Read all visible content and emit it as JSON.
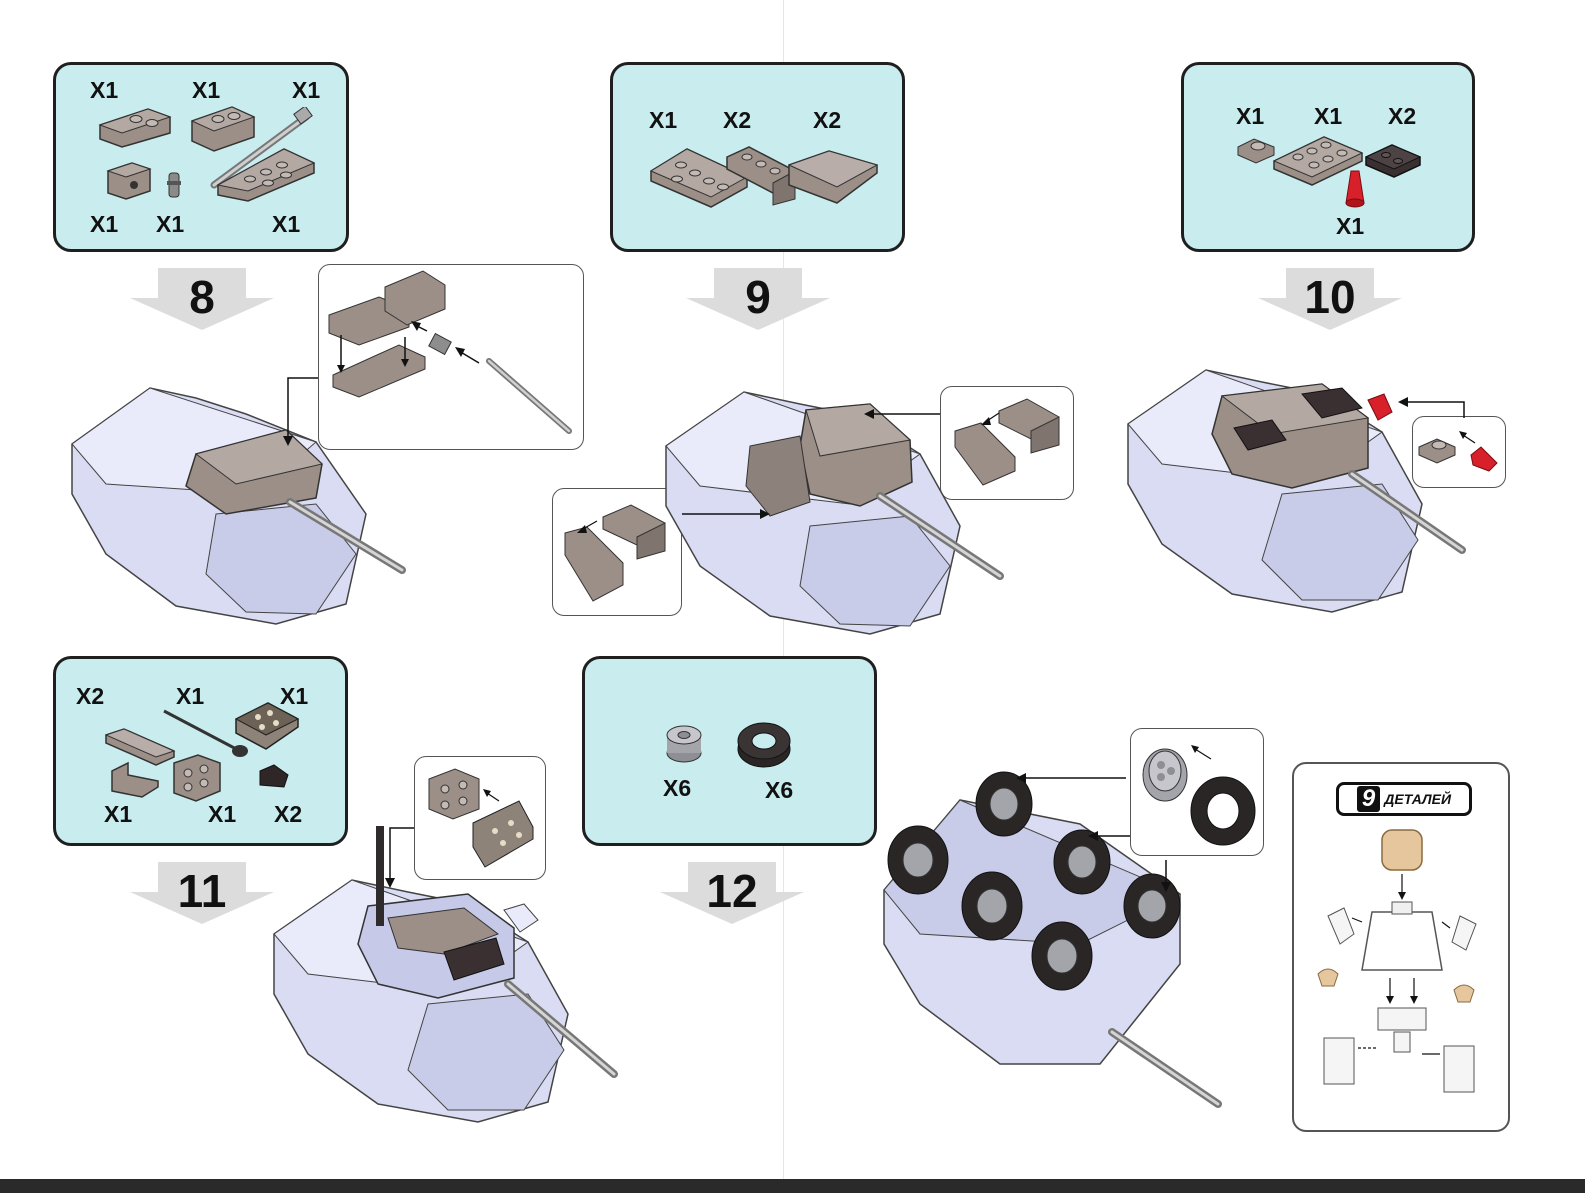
{
  "colors": {
    "parts_box_bg": "#c9ecee",
    "brick_grey": "#9c8f88",
    "brick_dark": "#3a3032",
    "brick_red": "#d8202a",
    "hull_light": "#d9dcf2",
    "tire_black": "#2b2626",
    "skin_tan": "#e6c79d"
  },
  "steps": [
    {
      "number": "8",
      "parts": [
        {
          "qty": "X1",
          "icon": "wedge-plate-icon"
        },
        {
          "qty": "X1",
          "icon": "wedge-brick-icon"
        },
        {
          "qty": "X1",
          "icon": "gun-barrel-rod-icon"
        },
        {
          "qty": "X1",
          "icon": "technic-brick-icon"
        },
        {
          "qty": "X1",
          "icon": "pin-icon"
        },
        {
          "qty": "X1",
          "icon": "wedge-plate-large-icon"
        }
      ]
    },
    {
      "number": "9",
      "parts": [
        {
          "qty": "X1",
          "icon": "wedge-plate-icon"
        },
        {
          "qty": "X2",
          "icon": "bracket-plate-icon"
        },
        {
          "qty": "X2",
          "icon": "slope-tile-icon"
        }
      ]
    },
    {
      "number": "10",
      "parts": [
        {
          "qty": "X1",
          "icon": "round-plate-icon"
        },
        {
          "qty": "X1",
          "icon": "plate-2x4-icon"
        },
        {
          "qty": "X2",
          "icon": "dark-plate-icon"
        },
        {
          "qty": "X1",
          "icon": "red-cone-icon"
        }
      ]
    },
    {
      "number": "11",
      "parts": [
        {
          "qty": "X2",
          "icon": "tile-icon"
        },
        {
          "qty": "X1",
          "icon": "antenna-icon"
        },
        {
          "qty": "X1",
          "icon": "printed-plate-icon"
        },
        {
          "qty": "X1",
          "icon": "bracket-icon"
        },
        {
          "qty": "X1",
          "icon": "bracket-plate-icon"
        },
        {
          "qty": "X2",
          "icon": "dark-slope-icon"
        }
      ]
    },
    {
      "number": "12",
      "parts": [
        {
          "qty": "X6",
          "icon": "wheel-hub-icon"
        },
        {
          "qty": "X6",
          "icon": "tire-icon"
        }
      ]
    }
  ],
  "minifig_badge": {
    "number": "9",
    "text": "ДЕТАЛЕЙ"
  }
}
